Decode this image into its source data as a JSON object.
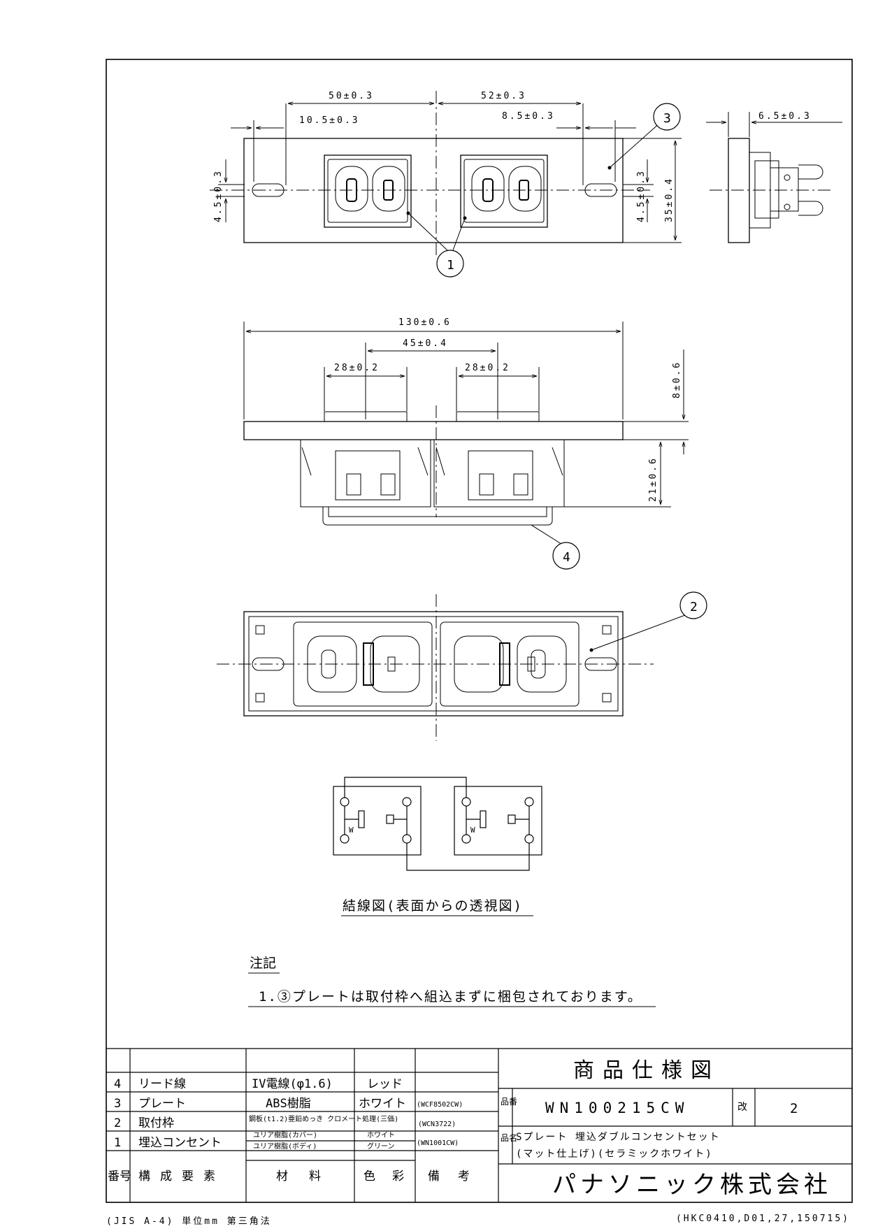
{
  "dimensions": {
    "w50": "50±0.3",
    "w52": "52±0.3",
    "w10_5": "10.5±0.3",
    "w8_5": "8.5±0.3",
    "w6_5": "6.5±0.3",
    "h4_5_left": "4.5±0.3",
    "h4_5_right": "4.5±0.3",
    "h35": "35±0.4",
    "w130": "130±0.6",
    "w45": "45±0.4",
    "w28_left": "28±0.2",
    "w28_right": "28±0.2",
    "h8": "8±0.6",
    "h21": "21±0.6"
  },
  "callouts": [
    "1",
    "2",
    "3",
    "4"
  ],
  "wiring": {
    "title": "結線図(表面からの透視図)",
    "terminal_label": "W"
  },
  "notes": {
    "heading": "注記",
    "line1": "1.③プレートは取付枠へ組込まずに梱包されております。"
  },
  "parts_table": {
    "rows": [
      {
        "no": "4",
        "name": "リード線",
        "material": "IV電線(φ1.6)",
        "color": "レッド",
        "remark": ""
      },
      {
        "no": "3",
        "name": "プレート",
        "material": "ABS樹脂",
        "color": "ホワイト",
        "remark": "(WCF8502CW)"
      },
      {
        "no": "2",
        "name": "取付枠",
        "material": "鋼板(t1.2)亜鉛めっき クロメート処理(三価)",
        "color": "",
        "remark": "(WCN3722)"
      },
      {
        "no": "1",
        "name": "埋込コンセント",
        "material": "ユリア樹脂(カバー)",
        "material2": "ユリア樹脂(ボディ)",
        "color": "ホワイト",
        "color2": "グリーン",
        "remark": "(WN1001CW)"
      }
    ],
    "header": {
      "no": "番号",
      "name": "構成要素",
      "material": "材料",
      "color": "色彩",
      "remark": "備考"
    }
  },
  "title_block": {
    "heading": "商品仕様図",
    "part_no_label": "品番",
    "part_no": "WN100215CW",
    "rev_label": "改",
    "rev": "2",
    "name_label": "品名",
    "name_line1": "Sプレート 埋込ダブルコンセントセット",
    "name_line2": "(マット仕上げ)(セラミックホワイト)",
    "maker": "パナソニック株式会社"
  },
  "footer": {
    "left": "(JIS A-4) 単位mm 第三角法",
    "right": "(HKC0410,D01,27,150715)"
  }
}
